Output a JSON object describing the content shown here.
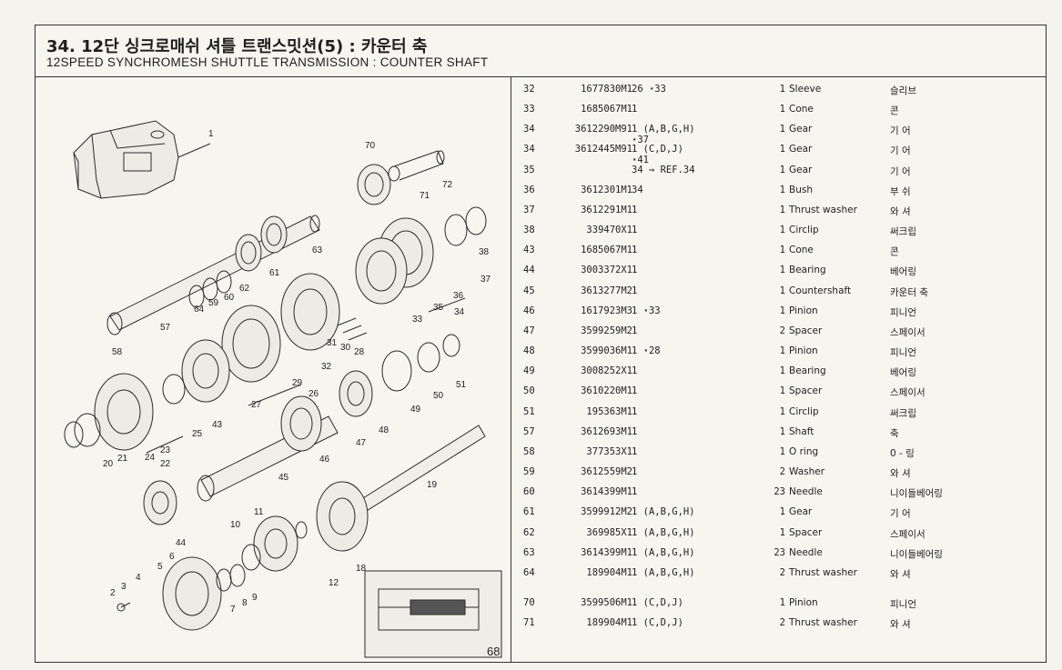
{
  "title": {
    "korean": "34. 12단 싱크로매쉬 셔틀 트랜스밋션(5) : 카운터 축",
    "english": "12SPEED SYNCHROMESH SHUTTLE TRANSMISSION : COUNTER SHAFT"
  },
  "page_number": "68",
  "diagram_callouts": [
    "1",
    "70",
    "71",
    "72",
    "63",
    "61",
    "62",
    "60",
    "59",
    "64",
    "57",
    "58",
    "38",
    "37",
    "36",
    "35",
    "34",
    "33",
    "31",
    "30",
    "28",
    "32",
    "29",
    "27",
    "26",
    "25",
    "43",
    "24",
    "23",
    "22",
    "21",
    "20",
    "45",
    "46",
    "47",
    "48",
    "49",
    "50",
    "51",
    "19",
    "44",
    "11",
    "10",
    "12",
    "18",
    "6",
    "5",
    "4",
    "3",
    "2",
    "7",
    "8",
    "9"
  ],
  "parts": [
    {
      "ref": "32",
      "part_no": "1677830M1",
      "note": "26 ⋆33",
      "note2": "",
      "qty": "1",
      "name_en": "Sleeve",
      "name_ko": "슬리브"
    },
    {
      "ref": "33",
      "part_no": "1685067M1",
      "note": "1",
      "note2": "",
      "qty": "1",
      "name_en": "Cone",
      "name_ko": "콘"
    },
    {
      "ref": "34",
      "part_no": "3612290M91",
      "note": "1 (A,B,G,H)",
      "note2": "⋆37",
      "qty": "1",
      "name_en": "Gear",
      "name_ko": "기 어"
    },
    {
      "ref": "34",
      "part_no": "3612445M91",
      "note": "1 (C,D,J)",
      "note2": "⋆41",
      "qty": "1",
      "name_en": "Gear",
      "name_ko": "기 어"
    },
    {
      "ref": "35",
      "part_no": "",
      "note": "34 ⇒ REF.34",
      "note2": "",
      "qty": "1",
      "name_en": "Gear",
      "name_ko": "기 어"
    },
    {
      "ref": "36",
      "part_no": "3612301M1",
      "note": "34",
      "note2": "",
      "qty": "1",
      "name_en": "Bush",
      "name_ko": "부 쉬"
    },
    {
      "ref": "37",
      "part_no": "3612291M1",
      "note": "1",
      "note2": "",
      "qty": "1",
      "name_en": "Thrust washer",
      "name_ko": "와 셔"
    },
    {
      "ref": "38",
      "part_no": "339470X1",
      "note": "1",
      "note2": "",
      "qty": "1",
      "name_en": "Circlip",
      "name_ko": "써크립"
    },
    {
      "ref": "43",
      "part_no": "1685067M1",
      "note": "1",
      "note2": "",
      "qty": "1",
      "name_en": "Cone",
      "name_ko": "콘"
    },
    {
      "ref": "44",
      "part_no": "3003372X1",
      "note": "1",
      "note2": "",
      "qty": "1",
      "name_en": "Bearing",
      "name_ko": "베어링"
    },
    {
      "ref": "45",
      "part_no": "3613277M2",
      "note": "1",
      "note2": "",
      "qty": "1",
      "name_en": "Countershaft",
      "name_ko": "카운터 축"
    },
    {
      "ref": "46",
      "part_no": "1617923M3",
      "note": "1 ⋆33",
      "note2": "",
      "qty": "1",
      "name_en": "Pinion",
      "name_ko": "피니언"
    },
    {
      "ref": "47",
      "part_no": "3599259M2",
      "note": "1",
      "note2": "",
      "qty": "2",
      "name_en": "Spacer",
      "name_ko": "스페이서"
    },
    {
      "ref": "48",
      "part_no": "3599036M1",
      "note": "1 ⋆28",
      "note2": "",
      "qty": "1",
      "name_en": "Pinion",
      "name_ko": "피니언"
    },
    {
      "ref": "49",
      "part_no": "3008252X1",
      "note": "1",
      "note2": "",
      "qty": "1",
      "name_en": "Bearing",
      "name_ko": "베어링"
    },
    {
      "ref": "50",
      "part_no": "3610220M1",
      "note": "1",
      "note2": "",
      "qty": "1",
      "name_en": "Spacer",
      "name_ko": "스페이서"
    },
    {
      "ref": "51",
      "part_no": "195363M1",
      "note": "1",
      "note2": "",
      "qty": "1",
      "name_en": "Circlip",
      "name_ko": "써크립"
    },
    {
      "ref": "57",
      "part_no": "3612693M1",
      "note": "1",
      "note2": "",
      "qty": "1",
      "name_en": "Shaft",
      "name_ko": "축"
    },
    {
      "ref": "58",
      "part_no": "377353X1",
      "note": "1",
      "note2": "",
      "qty": "1",
      "name_en": "O ring",
      "name_ko": "0 - 링"
    },
    {
      "ref": "59",
      "part_no": "3612559M2",
      "note": "1",
      "note2": "",
      "qty": "2",
      "name_en": "Washer",
      "name_ko": "와 셔"
    },
    {
      "ref": "60",
      "part_no": "3614399M1",
      "note": "1",
      "note2": "",
      "qty": "23",
      "name_en": "Needle",
      "name_ko": "니이들베어링"
    },
    {
      "ref": "61",
      "part_no": "3599912M2",
      "note": "1 (A,B,G,H)",
      "note2": "",
      "qty": "1",
      "name_en": "Gear",
      "name_ko": "기 어"
    },
    {
      "ref": "62",
      "part_no": "369985X1",
      "note": "1 (A,B,G,H)",
      "note2": "",
      "qty": "1",
      "name_en": "Spacer",
      "name_ko": "스페이서"
    },
    {
      "ref": "63",
      "part_no": "3614399M1",
      "note": "1 (A,B,G,H)",
      "note2": "",
      "qty": "23",
      "name_en": "Needle",
      "name_ko": "니이들베어링"
    },
    {
      "ref": "64",
      "part_no": "189904M1",
      "note": "1 (A,B,G,H)",
      "note2": "",
      "qty": "2",
      "name_en": "Thrust washer",
      "name_ko": "와 셔"
    },
    {
      "ref": "70",
      "part_no": "3599506M1",
      "note": "1 (C,D,J)",
      "note2": "",
      "qty": "1",
      "name_en": "Pinion",
      "name_ko": "피니언"
    },
    {
      "ref": "71",
      "part_no": "189904M1",
      "note": "1 (C,D,J)",
      "note2": "",
      "qty": "2",
      "name_en": "Thrust washer",
      "name_ko": "와 셔"
    }
  ]
}
